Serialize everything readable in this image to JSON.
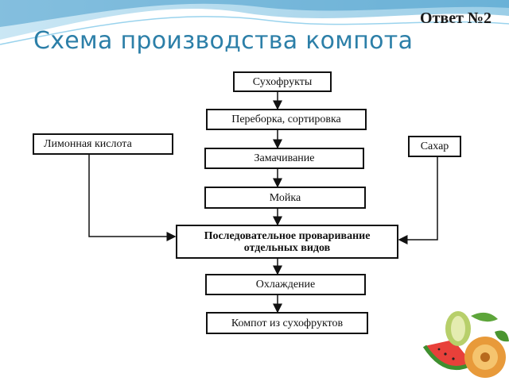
{
  "slide": {
    "answer_label": "Ответ №2",
    "title": "Схема производства компота"
  },
  "diagram": {
    "steps": [
      "Сухофрукты",
      "Переборка, сортировка",
      "Замачивание",
      "Мойка",
      "Последовательное проваривание отдельных видов",
      "Охлаждение",
      "Компот из сухофруктов"
    ],
    "left_input": "Лимонная кислота",
    "right_input": "Сахар"
  },
  "colors": {
    "title": "#2c7fa8",
    "header_wave": "#7fc3e3"
  },
  "decorations": [
    "fruit-illustration"
  ]
}
